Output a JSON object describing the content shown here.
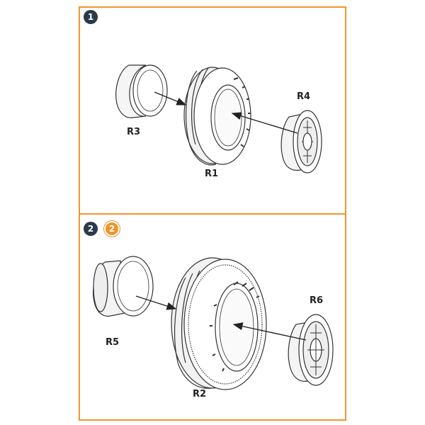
{
  "steps": [
    {
      "badges": [
        "1"
      ],
      "parts": {
        "hub_inner": "R3",
        "tire": "R1",
        "hub_outer": "R4"
      }
    },
    {
      "badges": [
        "2",
        "2"
      ],
      "parts": {
        "hub_inner": "R5",
        "tire": "R2",
        "hub_outer": "R6"
      }
    }
  ],
  "colors": {
    "frame": "#f0942a",
    "badge_dark": "#2b3a4a",
    "badge_orange": "#f0942a"
  }
}
